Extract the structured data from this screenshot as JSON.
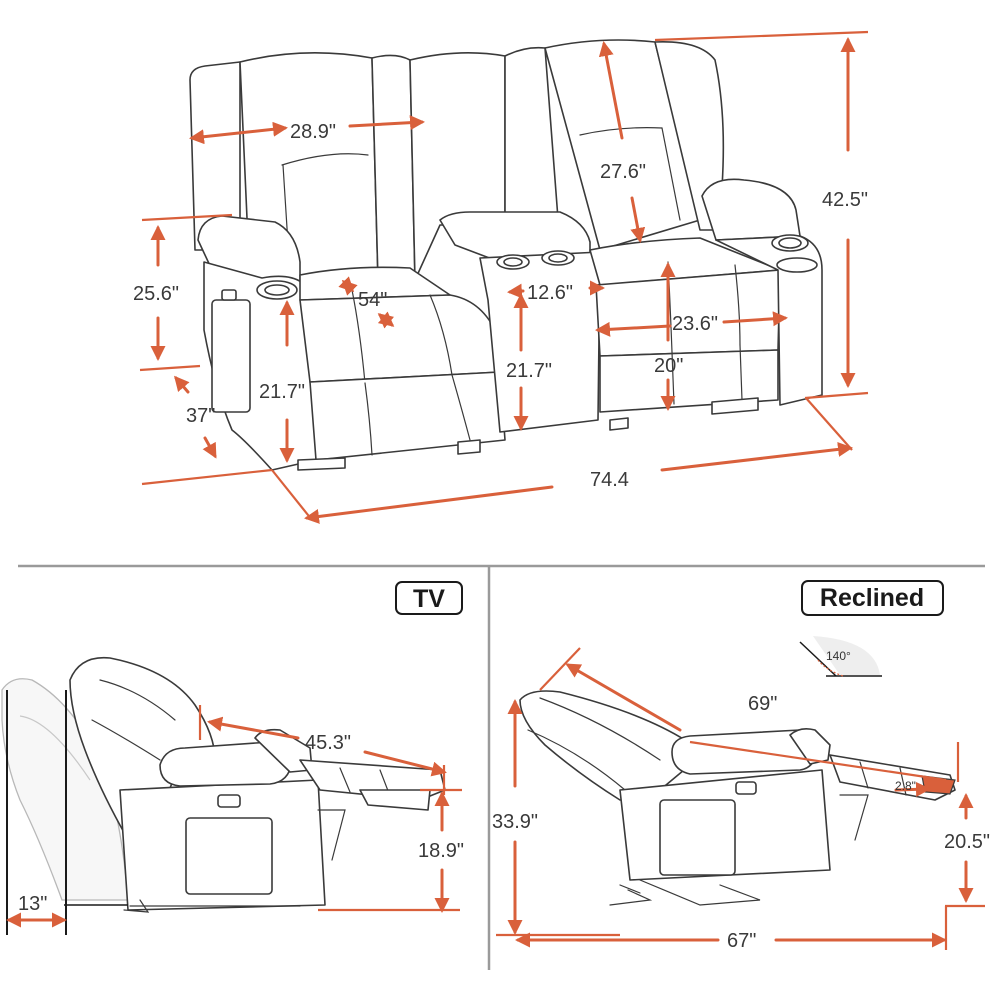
{
  "colors": {
    "dimension": "#d9603b",
    "outline": "#3a3a3a",
    "separator": "#9a9a9a"
  },
  "top_view": {
    "seat_width": "28.9\"",
    "back_height": "27.6\"",
    "total_height": "42.5\"",
    "arm_height": "25.6\"",
    "seat_depth": "54\"",
    "console_width": "12.6\"",
    "seat_depth_right": "23.6\"",
    "seat_height": "21.7\"",
    "console_height": "21.7\"",
    "seat_front_height": "20\"",
    "depth": "37\"",
    "total_width": "74.4"
  },
  "tv_view": {
    "title": "TV",
    "extended_length": "45.3\"",
    "footrest_height": "18.9\"",
    "wall_clearance": "13\""
  },
  "reclined_view": {
    "title": "Reclined",
    "angle": "140°",
    "reclined_length": "69\"",
    "height": "33.9\"",
    "footrest_thickness": "2.8\"",
    "footrest_height": "20.5\"",
    "total_depth": "67\""
  }
}
